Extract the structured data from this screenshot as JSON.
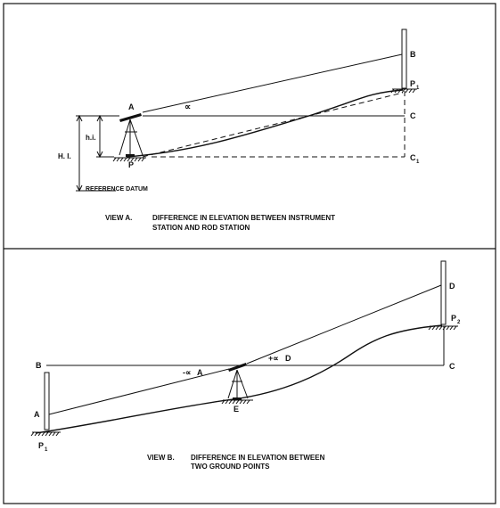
{
  "view_a": {
    "labels": {
      "a": "A",
      "b": "B",
      "c": "C",
      "c1": "C",
      "c1_sub": "1",
      "p": "P",
      "p1": "P",
      "p1_sub": "1",
      "alpha": "∝",
      "hi": "h.i.",
      "HI": "H. I.",
      "datum": "REFERENCE DATUM"
    },
    "caption_title": "VIEW A.",
    "caption_line1": "DIFFERENCE IN ELEVATION BETWEEN INSTRUMENT",
    "caption_line2": "STATION AND ROD STATION"
  },
  "view_b": {
    "labels": {
      "b": "B",
      "a": "A",
      "p1": "P",
      "p1_sub": "1",
      "neg_alpha": "-∝",
      "a2": "A",
      "pos_alpha": "+∝",
      "d_mid": "D",
      "d": "D",
      "c": "C",
      "e": "E",
      "p2": "P",
      "p2_sub": "2"
    },
    "caption_title": "VIEW B.",
    "caption_line1": "DIFFERENCE IN ELEVATION BETWEEN",
    "caption_line2": "TWO GROUND POINTS"
  }
}
